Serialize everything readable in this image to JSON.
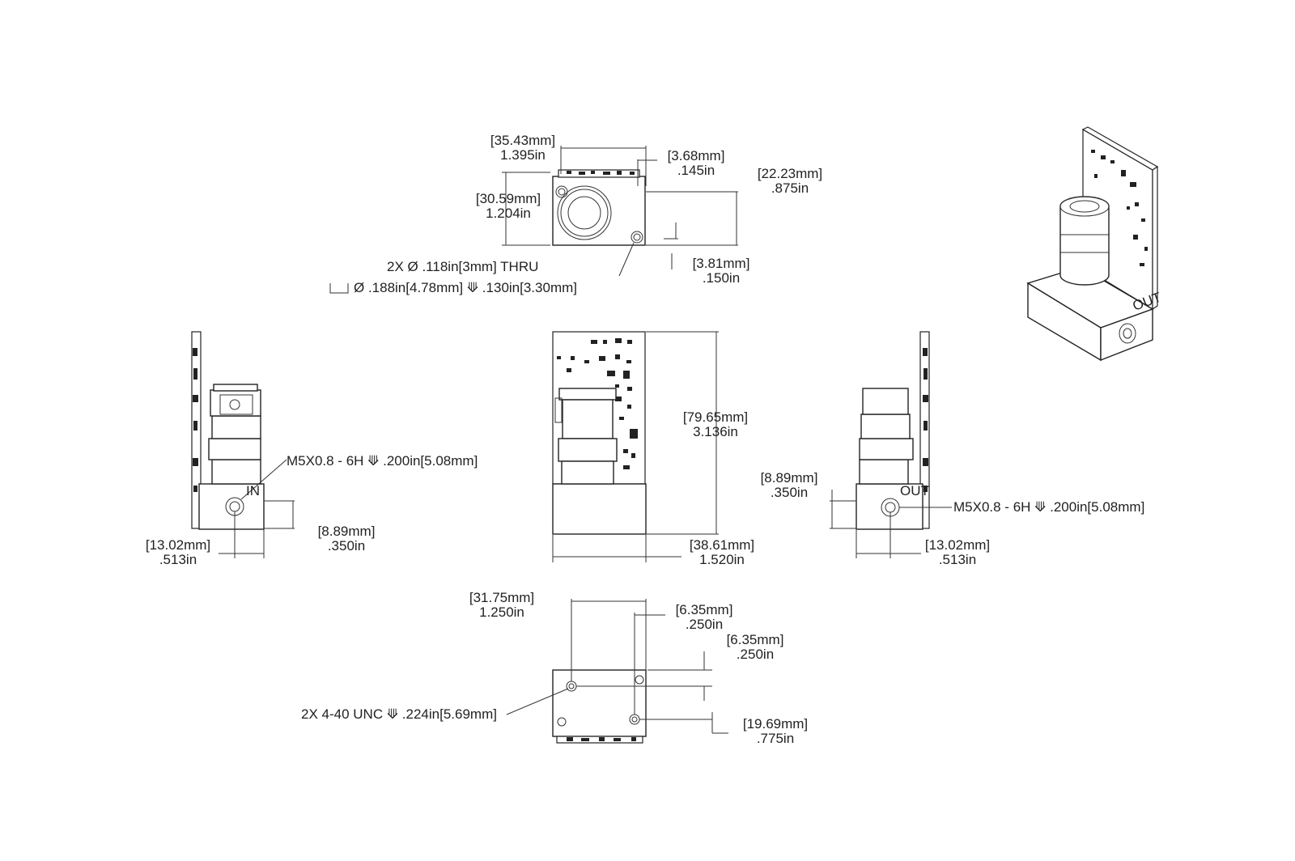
{
  "top_view": {
    "width": {
      "mm": "[35.43mm]",
      "inch": "1.395in"
    },
    "offset_right": {
      "mm": "[3.68mm]",
      "inch": ".145in"
    },
    "depth": {
      "mm": "[30.59mm]",
      "inch": "1.204in"
    },
    "hole_height": {
      "mm": "[22.23mm]",
      "inch": ".875in"
    },
    "hole_from_bottom": {
      "mm": "[3.81mm]",
      "inch": ".150in"
    },
    "hole_callout_1": "2X Ø .118in[3mm] THRU",
    "hole_callout_2": "Ø .188in[4.78mm] ⟱ .130in[3.30mm]"
  },
  "left_view": {
    "port_label": "IN",
    "thread_callout": "M5X0.8 - 6H ⟱ .200in[5.08mm]",
    "port_height": {
      "mm": "[8.89mm]",
      "inch": ".350in"
    },
    "port_offset": {
      "mm": "[13.02mm]",
      "inch": ".513in"
    }
  },
  "front_view": {
    "height": {
      "mm": "[79.65mm]",
      "inch": "3.136in"
    },
    "width": {
      "mm": "[38.61mm]",
      "inch": "1.520in"
    }
  },
  "right_view": {
    "port_label": "OUT",
    "thread_callout": "M5X0.8 - 6H ⟱ .200in[5.08mm]",
    "port_height": {
      "mm": "[8.89mm]",
      "inch": ".350in"
    },
    "port_offset": {
      "mm": "[13.02mm]",
      "inch": ".513in"
    }
  },
  "bottom_view": {
    "hole_spacing_x": {
      "mm": "[31.75mm]",
      "inch": "1.250in"
    },
    "offset_right": {
      "mm": "[6.35mm]",
      "inch": ".250in"
    },
    "offset_top": {
      "mm": "[6.35mm]",
      "inch": ".250in"
    },
    "hole_spacing_y": {
      "mm": "[19.69mm]",
      "inch": ".775in"
    },
    "thread_callout": "2X 4-40 UNC ⟱ .224in[5.69mm]"
  },
  "iso_view": {
    "port_label": "OUT"
  },
  "colors": {
    "line": "#222222",
    "background": "#ffffff"
  }
}
